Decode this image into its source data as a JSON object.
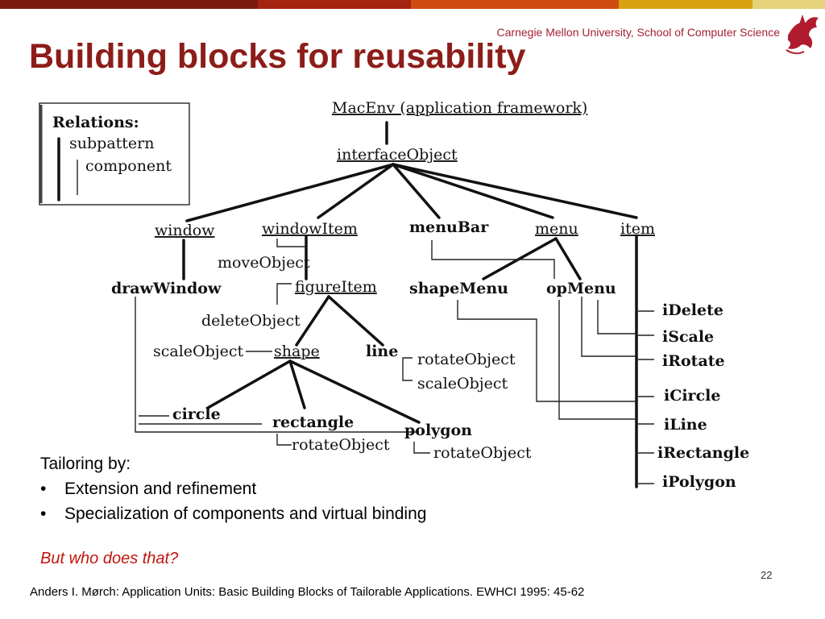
{
  "header": {
    "institution": "Carnegie Mellon University, School of Computer Science",
    "logo_icon": "dragon-logo-icon",
    "bar_colors": [
      "#7a1a0f",
      "#a32410",
      "#cf4a12",
      "#d9a20f",
      "#e6d27a"
    ]
  },
  "title": "Building blocks for reusability",
  "diagram": {
    "legend": {
      "title": "Relations:",
      "items": [
        "subpattern",
        "component"
      ]
    },
    "nodes": {
      "macenv": "MacEnv (application  framework)",
      "interfaceObject": "interfaceObject",
      "window": "window",
      "windowItem": "windowItem",
      "menuBar": "menuBar",
      "menu": "menu",
      "item": "item",
      "moveObject": "moveObject",
      "drawWindow": "drawWindow",
      "figureItem": "figureItem",
      "shapeMenu": "shapeMenu",
      "opMenu": "opMenu",
      "deleteObject": "deleteObject",
      "scaleObject": "scaleObject",
      "shape": "shape",
      "line": "line",
      "lineRotate": "rotateObject",
      "lineScale": "scaleObject",
      "circle": "circle",
      "rectangle": "rectangle",
      "polygon": "polygon",
      "rectRotate": "rotateObject",
      "polyRotate": "rotateObject",
      "iDelete": "iDelete",
      "iScale": "iScale",
      "iRotate": "iRotate",
      "iCircle": "iCircle",
      "iLine": "iLine",
      "iRectangle": "iRectangle",
      "iPolygon": "iPolygon"
    }
  },
  "tailoring": {
    "heading": "Tailoring by:",
    "items": [
      "Extension and refinement",
      "Specialization of components and virtual binding"
    ]
  },
  "question": "But who does that?",
  "page_number": "22",
  "citation": "Anders I. Mørch: Application Units: Basic Building Blocks of Tailorable Applications. EWHCI 1995: 45-62"
}
